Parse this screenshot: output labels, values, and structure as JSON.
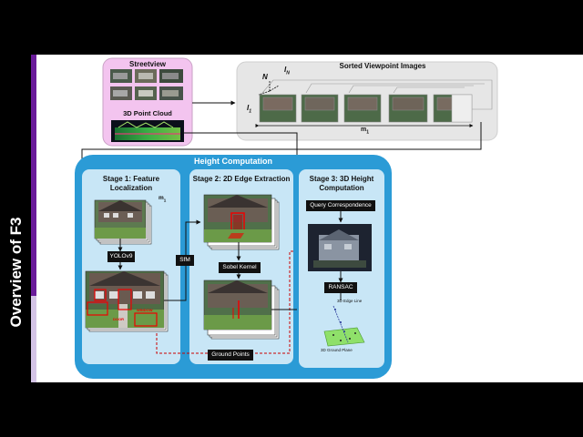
{
  "slide": {
    "sidebar_title": "Overview of F3"
  },
  "streetview_panel": {
    "title": "Streetview",
    "subtitle": "3D Point Cloud"
  },
  "viewpoint_panel": {
    "title": "Sorted Viewpoint Images",
    "label_N": "N",
    "label_IN": "I",
    "label_IN_sub": "N",
    "label_I1": "I",
    "label_I1_sub": "1",
    "label_m1": "m",
    "label_m1_sub": "1"
  },
  "height_panel": {
    "title": "Height Computation"
  },
  "stage1": {
    "title": "Stage 1: Feature Localization",
    "label_m1": "m",
    "label_m1_sub": "1",
    "yolo": "YOLOv9",
    "door_label": "DOOR",
    "window_label": "WINDOW"
  },
  "stage2": {
    "title": "Stage 2: 2D Edge Extraction",
    "sfm": "SfM",
    "sobel": "Sobel Kernel",
    "ground_points": "Ground Points"
  },
  "stage3": {
    "title": "Stage 3: 3D Height Computation",
    "query": "Query Correspondence",
    "ransac": "RANSAC",
    "edge_line": "3D Edge Line",
    "ground_plane": "3D Ground Plane"
  },
  "colors": {
    "purple_bar": "#6a1b9a",
    "streetview_bg": "#f3c4ef",
    "gray_panel": "#e6e6e6",
    "blue_outer": "#2b9bd6",
    "blue_stage": "#c8e6f6"
  }
}
